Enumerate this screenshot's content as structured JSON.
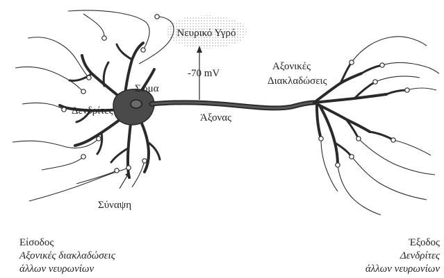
{
  "labels": {
    "fluid": "Νευρικό Υγρό",
    "potential": "-70 mV",
    "soma": "Σώμα",
    "dendrites": "Δενδρίτες",
    "axon": "Άξονας",
    "axon_branches_line1": "Αξονικές",
    "axon_branches_line2": "Διακλαδώσεις",
    "synapse": "Σύναψη"
  },
  "captions": {
    "input": {
      "title": "Είσοδος",
      "line2": "Αξονικές διακλαδώσεις",
      "line3": "άλλων νευρωνίων"
    },
    "output": {
      "title": "Έξοδος",
      "line2": "Δενδρίτες",
      "line3": "άλλων νευρωνίων"
    }
  },
  "colors": {
    "line": "#2a2a2a",
    "neuron_body": "#4a4a4a",
    "fluid_dots": "#9a9a9a"
  }
}
